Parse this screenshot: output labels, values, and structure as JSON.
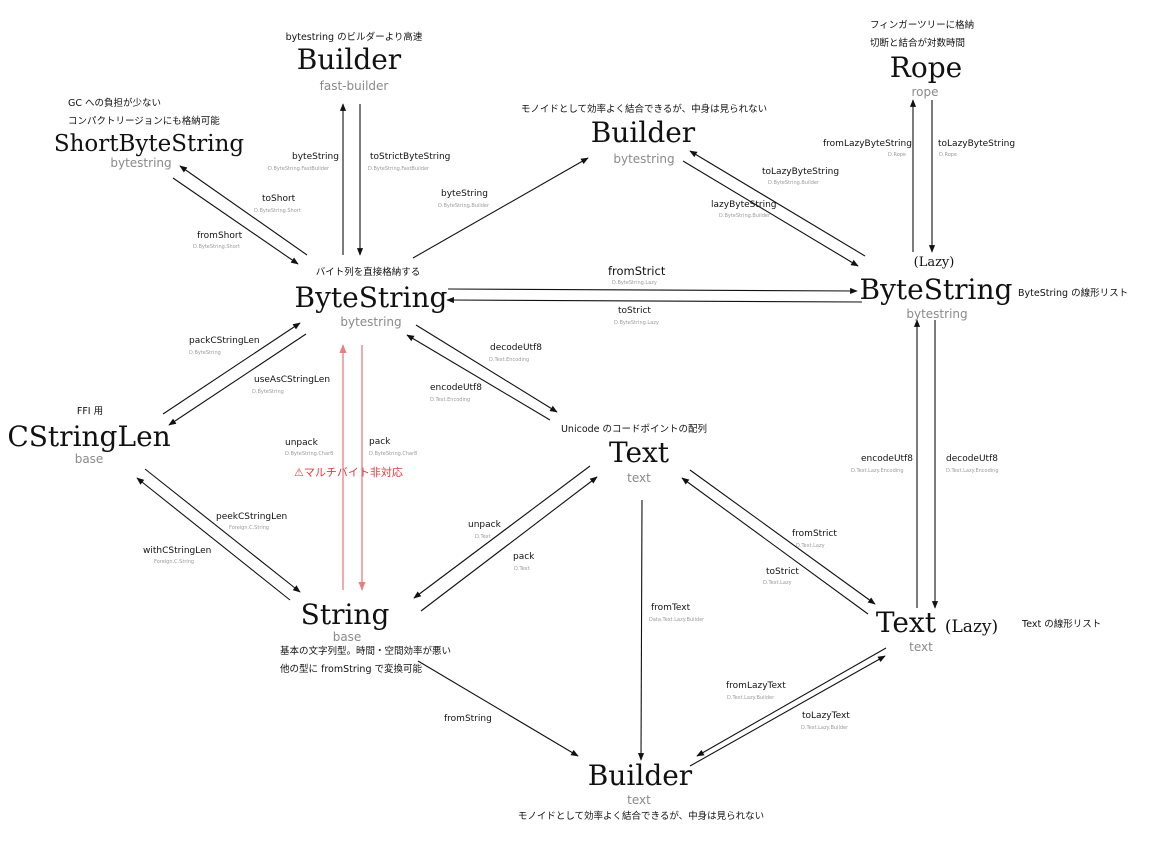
{
  "nodes": {
    "builder_fast": {
      "name": "Builder",
      "pkg": "fast-builder",
      "note": "bytestring のビルダーより高速"
    },
    "short_bs": {
      "name": "ShortByteString",
      "pkg": "bytestring",
      "note1": "GC への負担が少ない",
      "note2": "コンパクトリージョンにも格納可能"
    },
    "builder_bs": {
      "name": "Builder",
      "pkg": "bytestring",
      "note": "モノイドとして効率よく結合できるが、中身は見られない"
    },
    "rope": {
      "name": "Rope",
      "pkg": "rope",
      "note1": "フィンガーツリーに格納",
      "note2": "切断と結合が対数時間"
    },
    "bytestring": {
      "name": "ByteString",
      "pkg": "bytestring",
      "note": "バイト列を直接格納する"
    },
    "lazy_bs": {
      "name": "ByteString",
      "prefix": "(Lazy)",
      "pkg": "bytestring",
      "note": "ByteString の線形リスト"
    },
    "cstringlen": {
      "name": "CStringLen",
      "pkg": "base",
      "note": "FFI 用"
    },
    "text": {
      "name": "Text",
      "pkg": "text",
      "note": "Unicode のコードポイントの配列"
    },
    "string": {
      "name": "String",
      "pkg": "base",
      "note1": "基本の文字列型。時間・空間効率が悪い",
      "note2": "他の型に fromString で変換可能"
    },
    "lazy_text": {
      "name": "Text",
      "suffix": "(Lazy)",
      "pkg": "text",
      "note": "Text の線形リスト"
    },
    "builder_text": {
      "name": "Builder",
      "pkg": "text",
      "note": "モノイドとして効率よく結合できるが、中身は見られない"
    }
  },
  "edges": {
    "bs_to_fast": {
      "fn": "byteString",
      "mod": "D.ByteString.FastBuilder"
    },
    "fast_to_bs": {
      "fn": "toStrictByteString",
      "mod": "D.ByteString.FastBuilder"
    },
    "bs_to_short": {
      "fn": "toShort",
      "mod": "D.ByteString.Short"
    },
    "short_to_bs": {
      "fn": "fromShort",
      "mod": "D.ByteString.Short"
    },
    "bs_to_builder": {
      "fn": "byteString",
      "mod": "D.ByteString.Builder"
    },
    "lazy_to_builder": {
      "fn": "lazyByteString",
      "mod": "D.ByteString.Builder"
    },
    "builder_to_lazy": {
      "fn": "toLazyByteString",
      "mod": "D.ByteString.Builder"
    },
    "lazy_to_rope": {
      "fn": "fromLazyByteString",
      "mod": "D.Rope"
    },
    "rope_to_lazy": {
      "fn": "toLazyByteString",
      "mod": "D.Rope"
    },
    "from_strict_bs": {
      "fn": "fromStrict",
      "mod": "D.ByteString.Lazy"
    },
    "to_strict_bs": {
      "fn": "toStrict",
      "mod": "D.ByteString.Lazy"
    },
    "cstr_to_bs": {
      "fn": "packCStringLen",
      "mod": "D.ByteString"
    },
    "bs_to_cstr": {
      "fn": "useAsCStringLen",
      "mod": "D.ByteString"
    },
    "bs_unpack": {
      "fn": "unpack",
      "mod": "D.ByteString.Char8"
    },
    "bs_pack": {
      "fn": "pack",
      "mod": "D.ByteString.Char8"
    },
    "multibyte_warning": "⚠マルチバイト非対応",
    "text_to_bs": {
      "fn": "encodeUtf8",
      "mod": "D.Text.Encoding"
    },
    "bs_to_text": {
      "fn": "decodeUtf8",
      "mod": "D.Text.Encoding"
    },
    "cstr_to_str": {
      "fn": "peekCStringLen",
      "mod": "Foreign.C.String"
    },
    "str_to_cstr": {
      "fn": "withCStringLen",
      "mod": "Foreign.C.String"
    },
    "text_unpack": {
      "fn": "unpack",
      "mod": "D.Text"
    },
    "text_pack": {
      "fn": "pack",
      "mod": "D.Text"
    },
    "text_from_strict": {
      "fn": "fromStrict",
      "mod": "D.Text.Lazy"
    },
    "text_to_strict": {
      "fn": "toStrict",
      "mod": "D.Text.Lazy"
    },
    "text_from_text": {
      "fn": "fromText",
      "mod": "Data.Text.Lazy.Builder"
    },
    "lt_encode": {
      "fn": "encodeUtf8",
      "mod": "D.Text.Lazy.Encoding"
    },
    "lt_decode": {
      "fn": "decodeUtf8",
      "mod": "D.Text.Lazy.Encoding"
    },
    "from_lazy_text": {
      "fn": "fromLazyText",
      "mod": "D.Text.Lazy.Builder"
    },
    "to_lazy_text": {
      "fn": "toLazyText",
      "mod": "D.Text.Lazy.Builder"
    },
    "from_string": {
      "fn": "fromString"
    }
  },
  "colors": {
    "arrow": "#111111",
    "warning_arrow": "#e88080",
    "warning_text": "#d94040",
    "package_text": "#8a8a8a",
    "module_text": "#9a9a9a"
  }
}
